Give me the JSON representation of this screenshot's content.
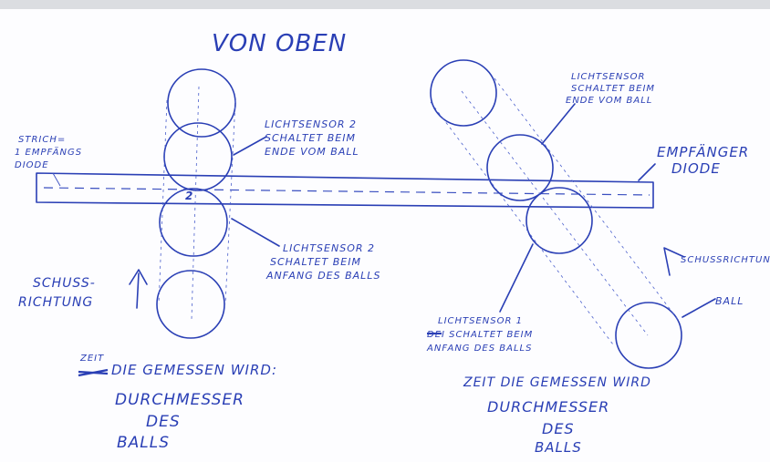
{
  "labels": {
    "title": "VON OBEN",
    "strich": [
      "STRICH=",
      "1 EMPFÄNGS",
      "DIODE"
    ],
    "diode_marker": "2",
    "sensor2_end": [
      "LICHTSENSOR 2",
      "SCHALTET BEIM",
      "ENDE VOM BALL"
    ],
    "sensor2_start": [
      "LICHTSENSOR 2",
      "SCHALTET BEIM",
      "ANFANG DES BALLS"
    ],
    "shot_direction_left": [
      "SCHUSS-",
      "RICHTUNG"
    ],
    "time_left_word": "ZEIT",
    "measured_left": "DIE GEMESSEN WIRD:",
    "diameter": "DURCHMESSER",
    "des": "DES",
    "balls": "BALLS",
    "sensor_end_right": [
      "LICHTSENSOR",
      "SCHALTET BEIM",
      "ENDE VOM BALL"
    ],
    "receiver_diode": [
      "EMPFÄNGER",
      "DIODE"
    ],
    "shot_direction_right": "SCHUSSRICHTUNG",
    "ball": "BALL",
    "sensor1_start": [
      "LICHTSENSOR 1",
      "DEI SCHALTET BEIM",
      "ANFANG DES BALLS"
    ],
    "measured_right": "ZEIT DIE GEMESSEN WIRD"
  },
  "colors": {
    "ink": "#2a3fb5",
    "paper": "#fdfdff"
  }
}
